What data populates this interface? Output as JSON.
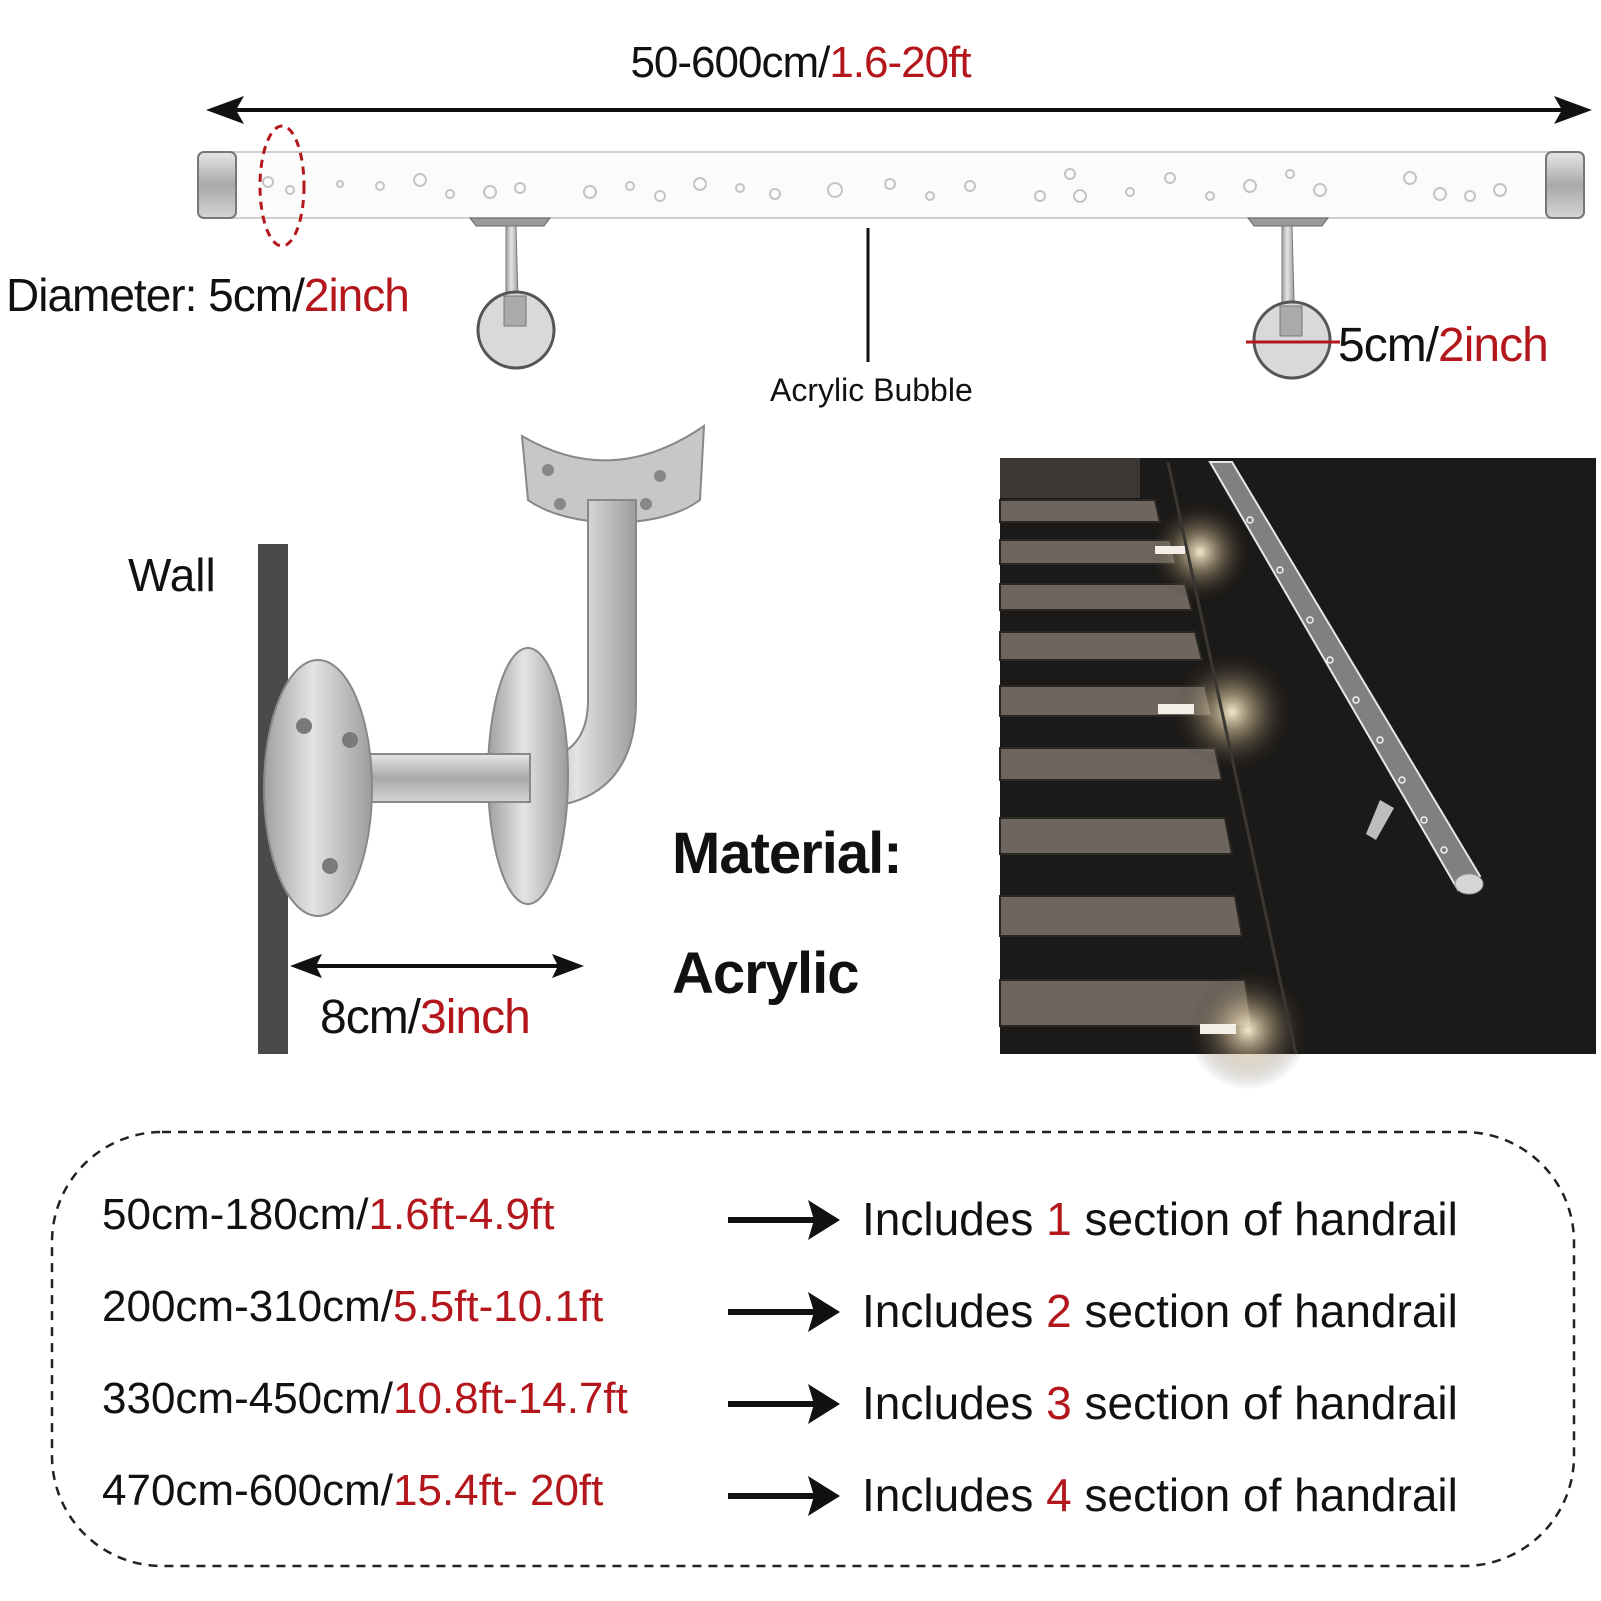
{
  "top_dimension": {
    "metric": "50-600cm/",
    "imperial": "1.6-20ft"
  },
  "diameter": {
    "prefix": "Diameter: 5cm/",
    "imperial": "2inch"
  },
  "bracket_size": {
    "metric": "5cm/",
    "imperial": "2inch"
  },
  "bubble_label": "Acrylic Bubble",
  "wall_label": "Wall",
  "mount_length": {
    "metric": "8cm/",
    "imperial": "3inch"
  },
  "material": {
    "label": "Material:",
    "value": "Acrylic"
  },
  "sections": [
    {
      "metric": "50cm-180cm/",
      "imperial": "1.6ft-4.9ft",
      "pre": "Includes ",
      "count": "1",
      "post": " section of handrail"
    },
    {
      "metric": "200cm-310cm/",
      "imperial": "5.5ft-10.1ft",
      "pre": "Includes ",
      "count": "2",
      "post": " section of handrail"
    },
    {
      "metric": "330cm-450cm/",
      "imperial": "10.8ft-14.7ft",
      "pre": "Includes ",
      "count": "3",
      "post": " section of handrail"
    },
    {
      "metric": "470cm-600cm/",
      "imperial": "15.4ft- 20ft",
      "pre": "Includes ",
      "count": "4",
      "post": " section of handrail"
    }
  ],
  "colors": {
    "accent": "#b3171c",
    "text": "#111111",
    "wall": "#4a4a4a",
    "steel": "#b8b8b8"
  }
}
